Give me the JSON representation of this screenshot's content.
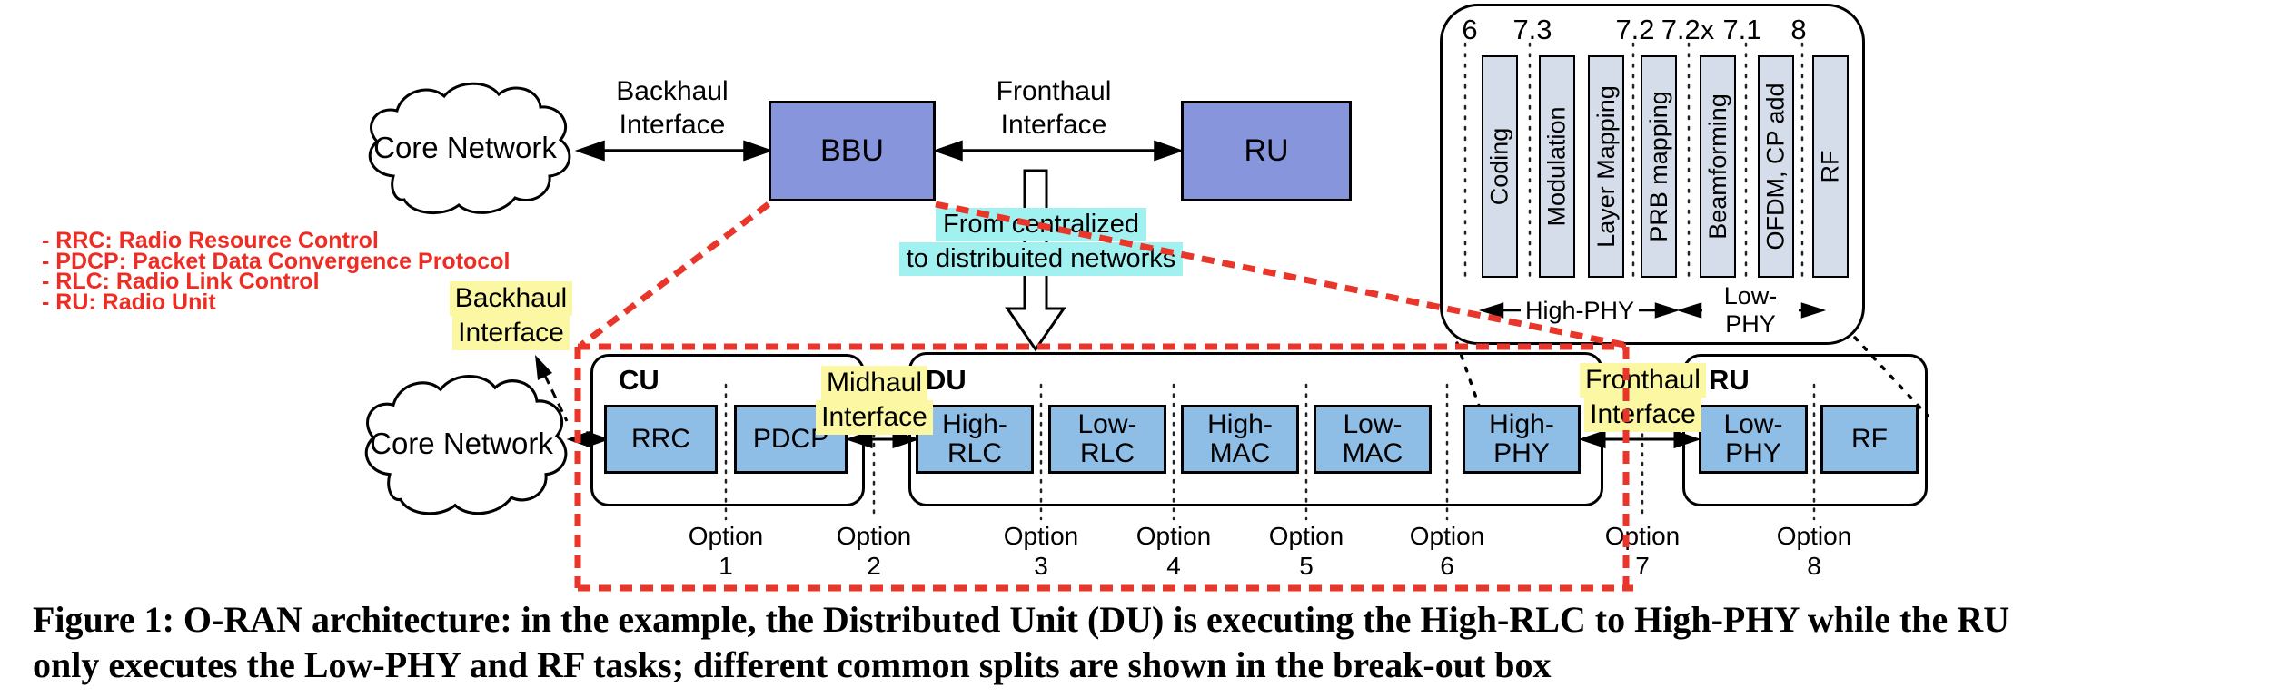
{
  "figure": {
    "caption_line1": "Figure 1: O-RAN architecture: in the example, the Distributed Unit (DU) is executing the High-RLC to High-PHY while the RU",
    "caption_line2": "only executes the Low-PHY and RF tasks; different common splits are shown in the break-out box"
  },
  "legend": {
    "items": [
      "- RRC: Radio Resource Control",
      "- PDCP: Packet Data Convergence Protocol",
      "- RLC: Radio Link Control",
      "- RU: Radio Unit"
    ]
  },
  "top_diagram": {
    "core_network": "Core Network",
    "backhaul_interface": "Backhaul\nInterface",
    "bbu": "BBU",
    "fronthaul_interface": "Fronthaul\nInterface",
    "ru": "RU",
    "transition_line1": "From centralized",
    "transition_line2": "to distribuited networks"
  },
  "bottom_diagram": {
    "core_network": "Core Network",
    "backhaul_label": [
      "Backhaul",
      "Interface"
    ],
    "midhaul_label": [
      "Midhaul",
      "Interface"
    ],
    "fronthaul_label": [
      "Fronthaul",
      "Interface"
    ],
    "cu": {
      "title": "CU",
      "boxes": [
        "RRC",
        "PDCP"
      ]
    },
    "du": {
      "title": "DU",
      "boxes": [
        "High-\nRLC",
        "Low-\nRLC",
        "High-\nMAC",
        "Low-\nMAC",
        "High-\nPHY"
      ]
    },
    "ru": {
      "title": "RU",
      "boxes": [
        "Low-\nPHY",
        "RF"
      ]
    },
    "option_word": "Option",
    "option_numbers": [
      "1",
      "2",
      "3",
      "4",
      "5",
      "6",
      "7",
      "8"
    ]
  },
  "breakout_box": {
    "split_labels": [
      "6",
      "7.3",
      "7.2",
      "7.2x",
      "7.1",
      "8"
    ],
    "function_blocks": [
      "Coding",
      "Modulation",
      "Layer Mapping",
      "PRB mapping",
      "Beamforming",
      "OFDM, CP add",
      "RF"
    ],
    "high_phy_range": "High-PHY",
    "low_phy_range": "Low-PHY"
  },
  "colors": {
    "top_unit_fill": "#8695dc",
    "bottom_unit_fill": "#8ebde6",
    "breakout_block_fill": "#d4dde9",
    "highlight_yellow": "#fbf7a2",
    "highlight_cyan": "#a2f1f1",
    "callout_red": "#e8362b",
    "legend_red": "#ee2c23"
  }
}
